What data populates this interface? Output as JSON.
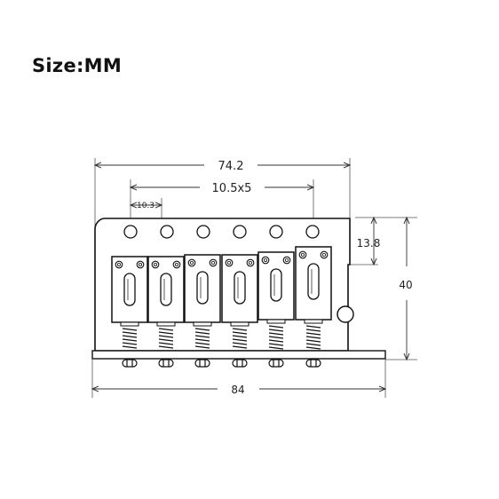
{
  "title": "Size:MM",
  "dimensions": {
    "overall_top_width": "74.2",
    "saddle_spacing": "10.5x5",
    "first_hole_offset": "10.3",
    "hole_to_saddle_height": "13.8",
    "total_height": "40",
    "base_plate_width": "84"
  }
}
